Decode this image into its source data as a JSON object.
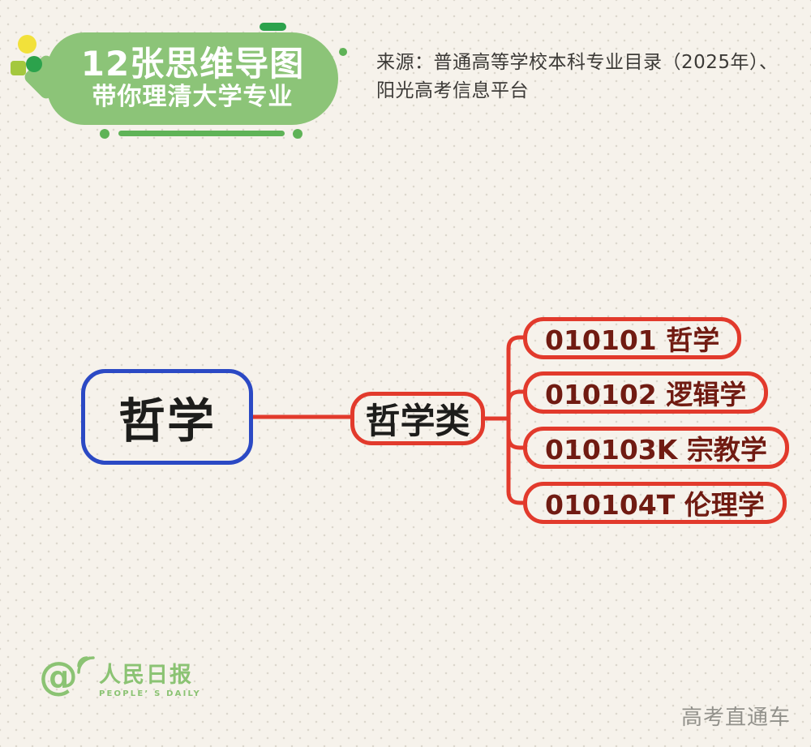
{
  "theme": {
    "bg": "#f6f2eb",
    "dot": "#dcd7cd",
    "banner_green": "#8cc478",
    "deco_dark_green": "#2ca24c",
    "deco_yellow": "#f2e13a",
    "deco_lime": "#a4c83e",
    "underline_green": "#5fb357",
    "blue": "#2b49c4",
    "red": "#e23a2c",
    "maroon": "#701b12",
    "ink": "#1d1d1b",
    "source_text": "#3c3a37",
    "logo_green": "#8bc373",
    "watermark_gray": "#92918b"
  },
  "banner": {
    "title_line1": "12张思维导图",
    "title_line2": "带你理清大学专业"
  },
  "source": {
    "line1": "来源：普通高等学校本科专业目录（2025年）、",
    "line2": "阳光高考信息平台"
  },
  "mindmap": {
    "root_label": "哲学",
    "category_label": "哲学类",
    "children": [
      {
        "code_label": "010101 哲学"
      },
      {
        "code_label": "010102 逻辑学"
      },
      {
        "code_label": "010103K 宗教学"
      },
      {
        "code_label": "010104T 伦理学"
      }
    ]
  },
  "footer": {
    "logo_at": "@",
    "logo_cjk": "人民日报",
    "logo_latin": "PEOPLE’ S DAILY",
    "watermark": "高考直通车"
  }
}
